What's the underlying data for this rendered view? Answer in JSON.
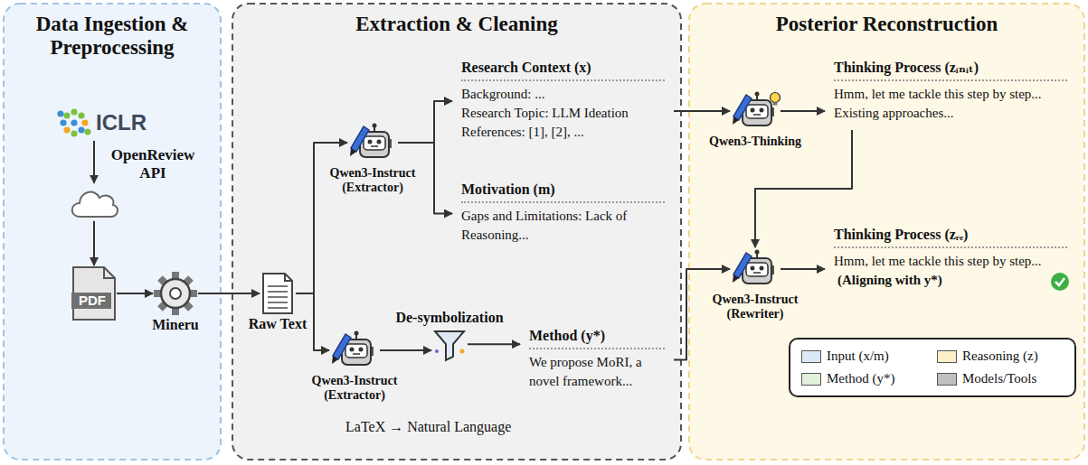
{
  "diagram": {
    "nodes": [
      {
        "text": [
          "Data Ingestion & Preprocessing"
        ]
      },
      {
        "text": [
          "ICLR"
        ],
        "in": 0
      },
      {
        "text": [
          "OpenReview API"
        ],
        "in": 0
      },
      {
        "text": [
          "PDF"
        ],
        "in": 0
      },
      {
        "text": [
          "Mineru"
        ],
        "in": 0
      },
      {
        "text": [
          "Extraction & Cleaning"
        ]
      },
      {
        "text": [
          "Raw Text"
        ],
        "in": 5
      },
      {
        "text": [
          "Qwen3-Instruct (Extractor)"
        ],
        "in": 5
      },
      {
        "text": [
          "Research Context (x)",
          "Background: ...",
          "Research Topic: LLM Ideation",
          "References: [1], [2], ..."
        ],
        "in": 5
      },
      {
        "text": [
          "Motivation (m)",
          "Gaps and Limitations: Lack of Reasoning..."
        ],
        "in": 5
      },
      {
        "text": [
          "Qwen3-Instruct (Extractor)"
        ],
        "in": 5
      },
      {
        "text": [
          "De-symbolization"
        ],
        "in": 5
      },
      {
        "text": [
          "Method (y*)",
          "We propose MoRI, a novel framework..."
        ],
        "in": 5
      },
      {
        "text": [
          "Posterior Reconstruction"
        ]
      },
      {
        "text": [
          "Qwen3-Thinking"
        ],
        "in": 13
      },
      {
        "text": [
          "Thinking Process (zᵢₙᵢₜ)",
          "Hmm, let me tackle this step by step... Existing approaches..."
        ],
        "in": 13
      },
      {
        "text": [
          "Qwen3-Instruct (Rewriter)"
        ],
        "in": 13
      },
      {
        "text": [
          "Thinking Process (zᵣₑ)",
          "Hmm, let me tackle this step by step...",
          "(Aligning with y*)"
        ],
        "in": 13
      }
    ],
    "edges": [
      {
        "from": 1,
        "to": 2,
        "arrow": "to"
      },
      {
        "from": 2,
        "to": 3,
        "arrow": "to"
      },
      {
        "from": 3,
        "to": 4,
        "arrow": "to"
      },
      {
        "from": 4,
        "to": 6,
        "arrow": "to"
      },
      {
        "from": 6,
        "to": 7,
        "arrow": "to"
      },
      {
        "from": 6,
        "to": 10,
        "arrow": "to"
      },
      {
        "from": 7,
        "to": 8,
        "arrow": "to"
      },
      {
        "from": 7,
        "to": 9,
        "arrow": "to"
      },
      {
        "from": 10,
        "to": 11,
        "arrow": "to"
      },
      {
        "from": 11,
        "to": 12,
        "arrow": "to"
      },
      {
        "from": 8,
        "to": 14,
        "arrow": "to"
      },
      {
        "from": 14,
        "to": 15,
        "arrow": "to"
      },
      {
        "from": 15,
        "to": 16,
        "arrow": "to"
      },
      {
        "from": 12,
        "to": 16,
        "arrow": "to"
      },
      {
        "from": 16,
        "to": 17,
        "arrow": "to"
      }
    ],
    "labels": [
      "LaTeX → Natural Language"
    ],
    "legend": [
      {
        "text": "Input (x/m)",
        "color": "#dce8f6"
      },
      {
        "text": "Reasoning (z)",
        "color": "#fdf0c9"
      },
      {
        "text": "Method (y*)",
        "color": "#e1f0d8"
      },
      {
        "text": "Models/Tools",
        "color": "#bfbfbf"
      }
    ]
  }
}
